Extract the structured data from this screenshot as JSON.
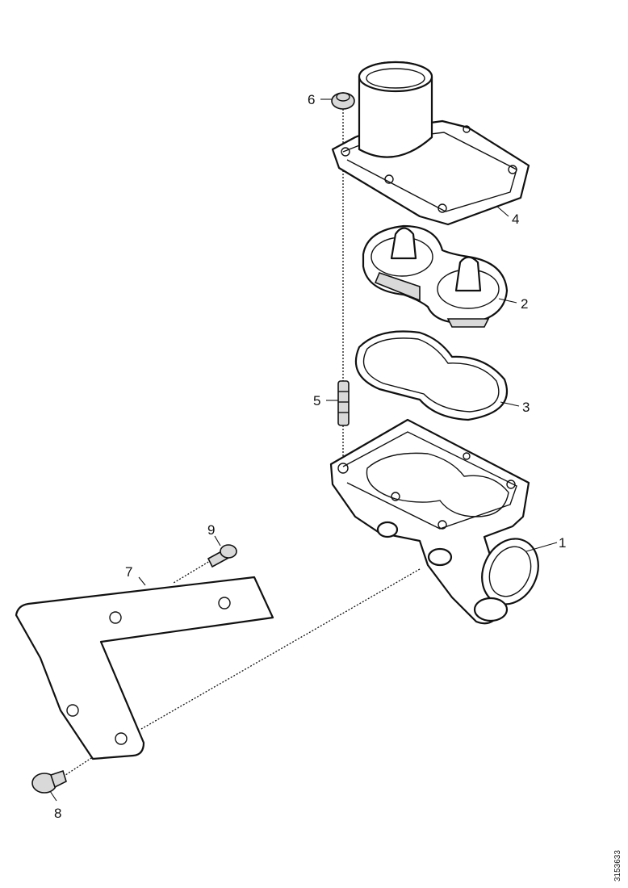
{
  "callouts": [
    "1",
    "2",
    "3",
    "4",
    "5",
    "6",
    "7",
    "8",
    "9"
  ],
  "drawing_number": "3153633"
}
